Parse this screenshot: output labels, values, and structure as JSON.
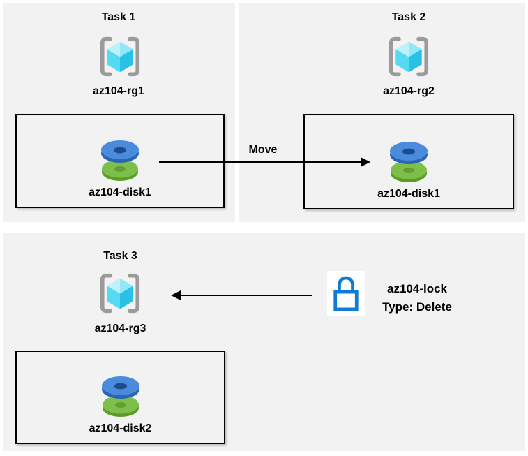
{
  "diagram": {
    "kind": "azure-resource-move-and-lock-diagram",
    "background_color": "#ffffff",
    "panel_color": "#f2f2f2",
    "box_border_color": "#000000",
    "arrow_color": "#000000",
    "tasks": [
      {
        "title": "Task 1",
        "resource_group": "az104-rg1",
        "disk": "az104-disk1"
      },
      {
        "title": "Task 2",
        "resource_group": "az104-rg2",
        "disk": "az104-disk1"
      },
      {
        "title": "Task 3",
        "resource_group": "az104-rg3",
        "disk": "az104-disk2"
      }
    ],
    "move_arrow": {
      "label": "Move",
      "direction": "left-to-right"
    },
    "lock": {
      "name": "az104-lock",
      "type": "Type: Delete",
      "icon_color": "#0f7bd4"
    },
    "icon_colors": {
      "resource_group_bracket": "#9b9b9b",
      "cube_top_left": "#bdf1fb",
      "cube_top_right": "#90e8f8",
      "cube_left": "#55daf2",
      "cube_right": "#2ac1e6",
      "disk_blue_face": "#4a8bdc",
      "disk_blue_rim": "#2b66b4",
      "disk_blue_hole": "#1c4c8e",
      "disk_green_face": "#7ebf4b",
      "disk_green_rim": "#5d9b28",
      "disk_green_hole": "#649e33"
    }
  }
}
